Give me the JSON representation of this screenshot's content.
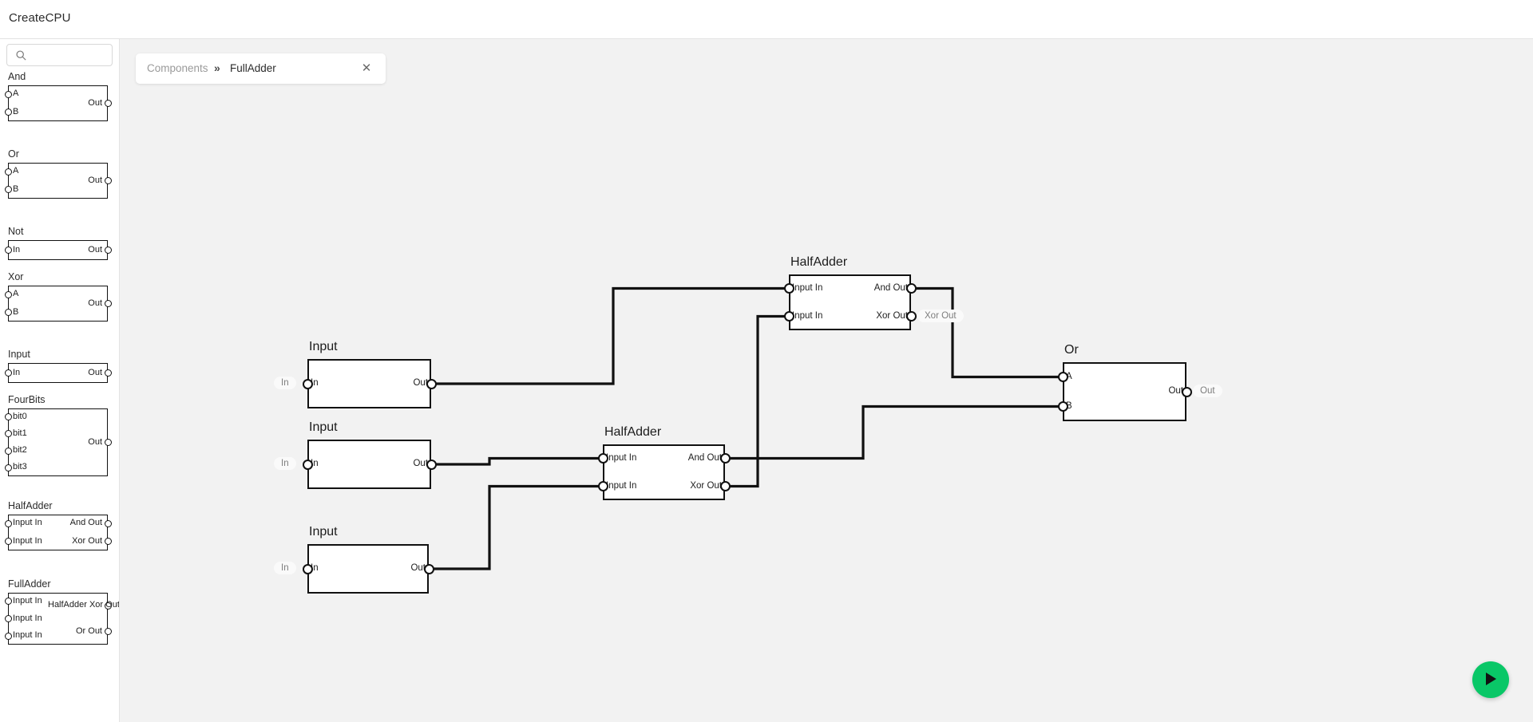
{
  "app": {
    "title": "CreateCPU"
  },
  "search": {
    "value": "",
    "placeholder": "",
    "icon": "search-icon"
  },
  "tab": {
    "breadcrumb_root": "Components",
    "breadcrumb_separator": "»",
    "breadcrumb_current": "FullAdder",
    "close_label": "✕"
  },
  "palette": {
    "items": [
      {
        "name": "And",
        "inputs": [
          "A",
          "B"
        ],
        "outputs": [
          "Out"
        ]
      },
      {
        "name": "Or",
        "inputs": [
          "A",
          "B"
        ],
        "outputs": [
          "Out"
        ]
      },
      {
        "name": "Not",
        "inputs": [
          "In"
        ],
        "outputs": [
          "Out"
        ]
      },
      {
        "name": "Xor",
        "inputs": [
          "A",
          "B"
        ],
        "outputs": [
          "Out"
        ]
      },
      {
        "name": "Input",
        "inputs": [
          "In"
        ],
        "outputs": [
          "Out"
        ]
      },
      {
        "name": "FourBits",
        "inputs": [
          "bit0",
          "bit1",
          "bit2",
          "bit3"
        ],
        "outputs": [
          "Out"
        ]
      },
      {
        "name": "HalfAdder",
        "inputs": [
          "Input In",
          "Input In"
        ],
        "outputs": [
          "And Out",
          "Xor Out"
        ]
      },
      {
        "name": "FullAdder",
        "inputs": [
          "Input In",
          "Input In",
          "Input In"
        ],
        "outputs": [
          "HalfAdder Xor Out",
          "Or Out"
        ]
      }
    ]
  },
  "canvas": {
    "nodes": [
      {
        "id": "input1",
        "title": "Input",
        "inputs": [
          "In"
        ],
        "outputs": [
          "Out"
        ],
        "pill_left": "In",
        "pill_right": ""
      },
      {
        "id": "input2",
        "title": "Input",
        "inputs": [
          "In"
        ],
        "outputs": [
          "Out"
        ],
        "pill_left": "In",
        "pill_right": ""
      },
      {
        "id": "input3",
        "title": "Input",
        "inputs": [
          "In"
        ],
        "outputs": [
          "Out"
        ],
        "pill_left": "In",
        "pill_right": ""
      },
      {
        "id": "halfadder1",
        "title": "HalfAdder",
        "inputs": [
          "Input In",
          "Input In"
        ],
        "outputs": [
          "And Out",
          "Xor Out"
        ],
        "pill_left": "",
        "pill_right": "Xor Out"
      },
      {
        "id": "halfadder2",
        "title": "HalfAdder",
        "inputs": [
          "Input In",
          "Input In"
        ],
        "outputs": [
          "And Out",
          "Xor Out"
        ],
        "pill_left": "",
        "pill_right": ""
      },
      {
        "id": "or1",
        "title": "Or",
        "inputs": [
          "A",
          "B"
        ],
        "outputs": [
          "Out"
        ],
        "pill_left": "",
        "pill_right": "Out"
      }
    ]
  },
  "run": {
    "label": "run-simulation",
    "icon": "play-icon",
    "color": "#09c767"
  }
}
